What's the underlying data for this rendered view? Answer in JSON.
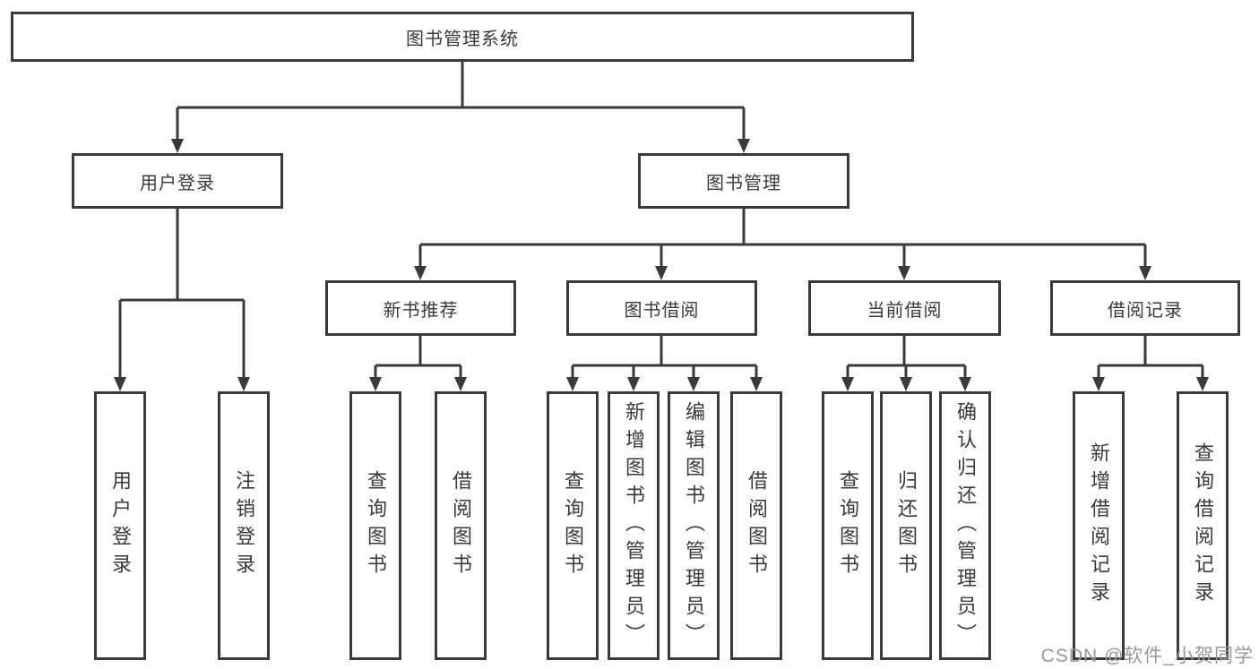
{
  "diagram": {
    "root": "图书管理系统",
    "branches": [
      {
        "label": "用户登录",
        "leaves": [
          "用户登录",
          "注销登录"
        ]
      },
      {
        "label": "图书管理",
        "groups": [
          {
            "label": "新书推荐",
            "leaves": [
              "查询图书",
              "借阅图书"
            ]
          },
          {
            "label": "图书借阅",
            "leaves": [
              "查询图书",
              "新增图书（管理员）",
              "编辑图书（管理员）",
              "借阅图书"
            ]
          },
          {
            "label": "当前借阅",
            "leaves": [
              "查询图书",
              "归还图书",
              "确认归还（管理员）"
            ]
          },
          {
            "label": "借阅记录",
            "leaves": [
              "新增借阅记录",
              "查询借阅记录"
            ]
          }
        ]
      }
    ]
  },
  "watermark": "CSDN @软件_小贺同学",
  "colors": {
    "line": "#3a3a3a",
    "text": "#3a3a3a",
    "box_background": "#ffffff",
    "page_background": "#ffffff",
    "watermark": "#9b979d"
  }
}
